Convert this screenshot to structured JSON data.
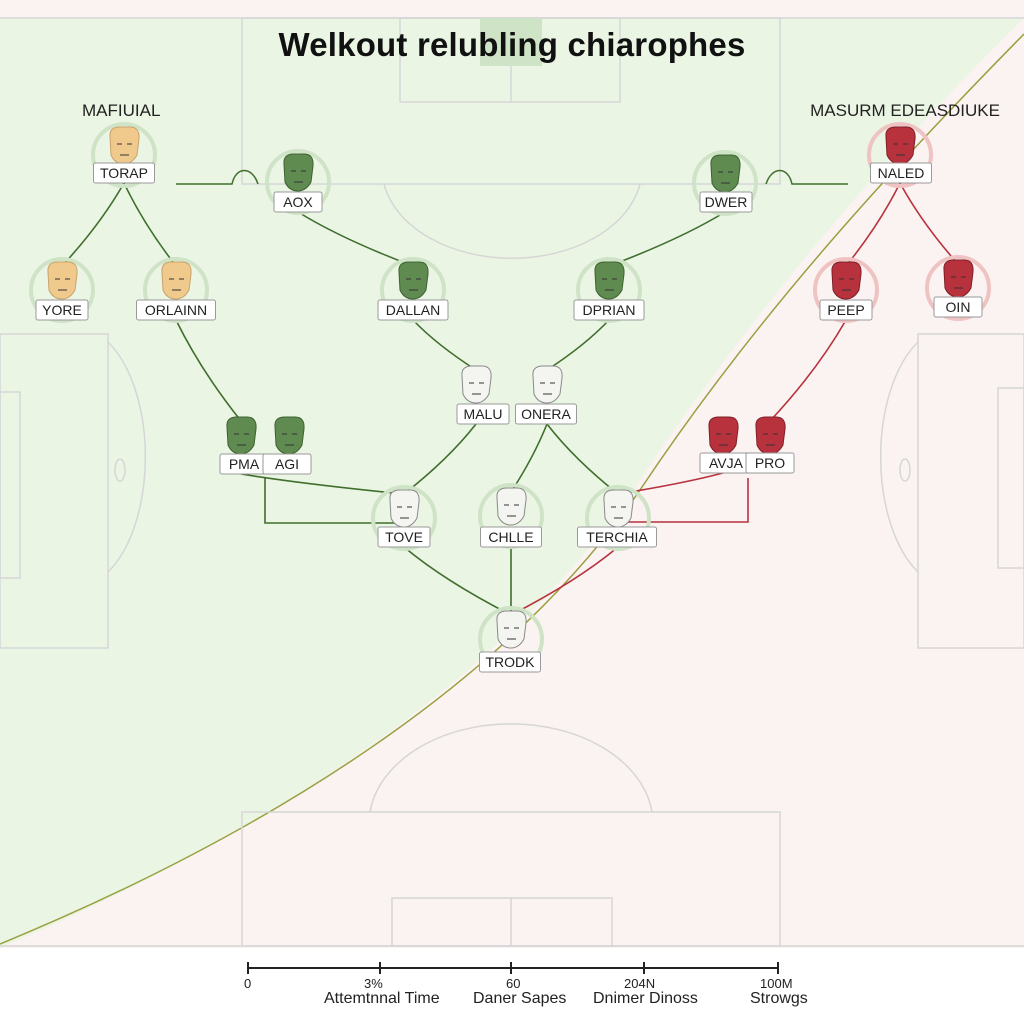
{
  "title": "Welkout relubling chiarophes",
  "teams": {
    "left_label": "MAFIUIAL",
    "right_label": "MASURM EDEASDIUKE"
  },
  "colors": {
    "pitch_left": "#eaf5e4",
    "pitch_right": "#faf3f1",
    "green_player": "#5f8a50",
    "red_player": "#b8323e",
    "tan_player": "#f0c98c",
    "neutral_player": "#f4f4f0",
    "green_link": "#3f6e2d",
    "red_link": "#b8323e",
    "divider_line": "#9aa040"
  },
  "nodes": [
    {
      "id": "torap",
      "label": "TORAP",
      "style": "tan",
      "ring": "green"
    },
    {
      "id": "yore",
      "label": "YORE",
      "style": "tan",
      "ring": "green"
    },
    {
      "id": "orlainn",
      "label": "ORLAINN",
      "style": "tan",
      "ring": "green"
    },
    {
      "id": "aox",
      "label": "AOX",
      "style": "green",
      "ring": "green"
    },
    {
      "id": "dallan",
      "label": "DALLAN",
      "style": "green",
      "ring": "green"
    },
    {
      "id": "pma",
      "label": "PMA",
      "style": "green",
      "ring": "none"
    },
    {
      "id": "agi",
      "label": "AGI",
      "style": "green",
      "ring": "none"
    },
    {
      "id": "malu",
      "label": "MALU",
      "style": "neutral",
      "ring": "none"
    },
    {
      "id": "onera",
      "label": "ONERA",
      "style": "neutral",
      "ring": "none"
    },
    {
      "id": "dwer",
      "label": "DWER",
      "style": "green",
      "ring": "green"
    },
    {
      "id": "dprian",
      "label": "DPRIAN",
      "style": "green",
      "ring": "green"
    },
    {
      "id": "tove",
      "label": "TOVE",
      "style": "neutral",
      "ring": "green"
    },
    {
      "id": "chlle",
      "label": "CHLLE",
      "style": "neutral",
      "ring": "green"
    },
    {
      "id": "terchia",
      "label": "TERCHIA",
      "style": "neutral",
      "ring": "green"
    },
    {
      "id": "trodk",
      "label": "TRODK",
      "style": "neutral",
      "ring": "green"
    },
    {
      "id": "naled",
      "label": "NALED",
      "style": "red",
      "ring": "red"
    },
    {
      "id": "peep",
      "label": "PEEP",
      "style": "red",
      "ring": "red"
    },
    {
      "id": "oin",
      "label": "OIN",
      "style": "red",
      "ring": "red"
    },
    {
      "id": "avja",
      "label": "AVJA",
      "style": "red",
      "ring": "none"
    },
    {
      "id": "pro",
      "label": "PRO",
      "style": "red",
      "ring": "none"
    }
  ],
  "links": [
    {
      "from": "torap",
      "to": "yore",
      "color": "green"
    },
    {
      "from": "torap",
      "to": "orlainn",
      "color": "green"
    },
    {
      "from": "orlainn",
      "to": "pma",
      "color": "green"
    },
    {
      "from": "aox",
      "to": "dallan",
      "color": "green"
    },
    {
      "from": "dallan",
      "to": "malu",
      "color": "green"
    },
    {
      "from": "dwer",
      "to": "dprian",
      "color": "green"
    },
    {
      "from": "dprian",
      "to": "onera",
      "color": "green"
    },
    {
      "from": "malu",
      "to": "tove",
      "color": "green"
    },
    {
      "from": "onera",
      "to": "chlle",
      "color": "green"
    },
    {
      "from": "onera",
      "to": "terchia",
      "color": "green"
    },
    {
      "from": "tove",
      "to": "trodk",
      "color": "green"
    },
    {
      "from": "chlle",
      "to": "trodk",
      "color": "green"
    },
    {
      "from": "pma",
      "to": "tove",
      "color": "green"
    },
    {
      "from": "naled",
      "to": "peep",
      "color": "red"
    },
    {
      "from": "naled",
      "to": "oin",
      "color": "red"
    },
    {
      "from": "peep",
      "to": "pro",
      "color": "red"
    },
    {
      "from": "avja",
      "to": "terchia",
      "color": "red"
    },
    {
      "from": "terchia",
      "to": "trodk",
      "color": "red"
    }
  ],
  "scale": {
    "ticks": [
      {
        "value": "0",
        "caption": ""
      },
      {
        "value": "3%",
        "caption": "Attemtnnal Time"
      },
      {
        "value": "60",
        "caption": "Daner Sapes"
      },
      {
        "value": "204N",
        "caption": "Dnimer Dinoss"
      },
      {
        "value": "100M",
        "caption": "Strowgs"
      }
    ]
  }
}
